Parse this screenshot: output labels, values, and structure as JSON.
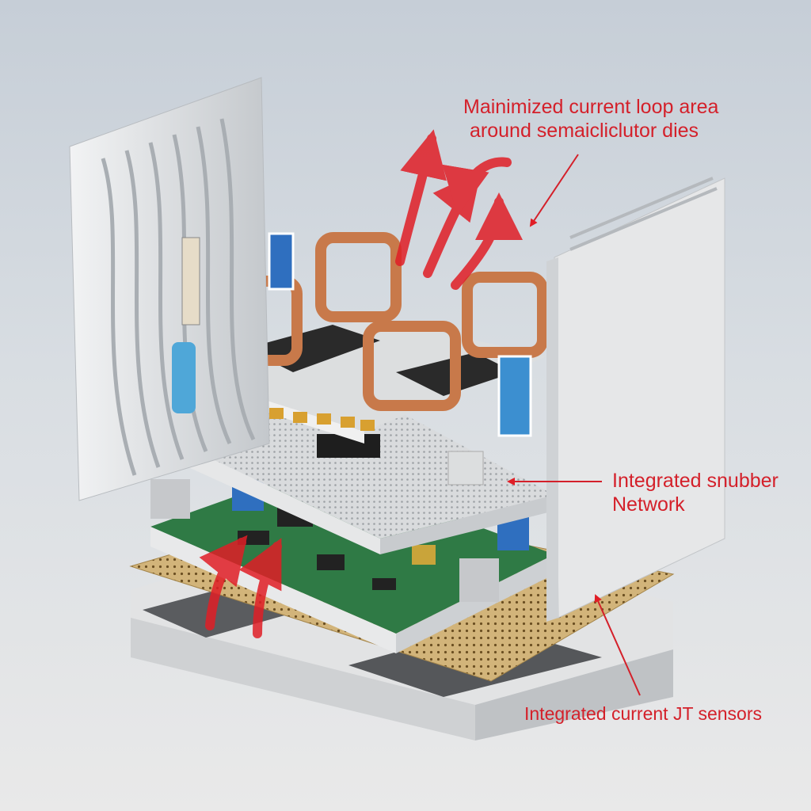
{
  "annotations": {
    "loop_area": {
      "line1": "Mainimized current loop area",
      "line2": "around semaicliclutor dies"
    },
    "snubber": {
      "line1": "Integrated snubber",
      "line2": "Network"
    },
    "sensors": {
      "text": "Integrated current JT sensors"
    }
  },
  "colors": {
    "annotation": "#d4202a",
    "copper": "#c8794a",
    "pcb_green": "#2f7a45",
    "heatsink": "#e4e6e8",
    "gold_layer": "#c9a86a"
  }
}
